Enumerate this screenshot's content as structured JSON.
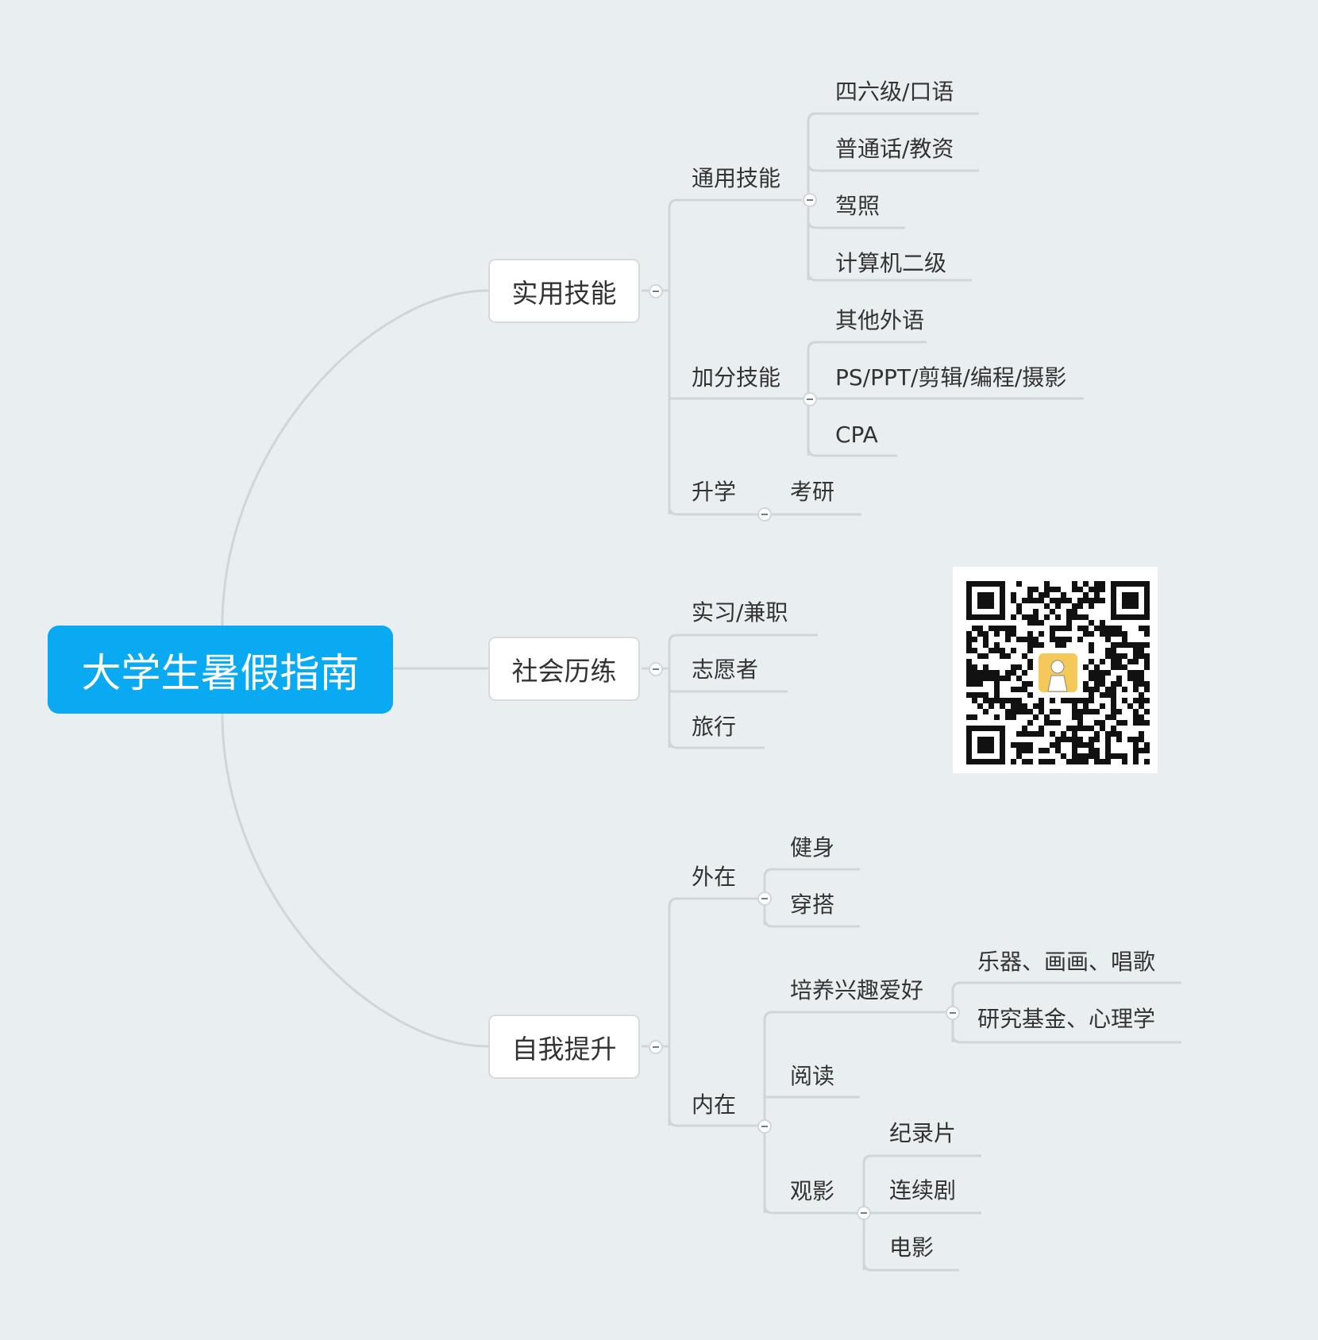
{
  "root": "大学生暑假指南",
  "branches": {
    "skills": {
      "label": "实用技能",
      "general": {
        "label": "通用技能",
        "items": [
          "四六级/口语",
          "普通话/教资",
          "驾照",
          "计算机二级"
        ]
      },
      "bonus": {
        "label": "加分技能",
        "items": [
          "其他外语",
          "PS/PPT/剪辑/编程/摄影",
          "CPA"
        ]
      },
      "further": {
        "label": "升学",
        "items": [
          "考研"
        ]
      }
    },
    "social": {
      "label": "社会历练",
      "items": [
        "实习/兼职",
        "志愿者",
        "旅行"
      ]
    },
    "self": {
      "label": "自我提升",
      "outer": {
        "label": "外在",
        "items": [
          "健身",
          "穿搭"
        ]
      },
      "inner": {
        "label": "内在",
        "hobby": {
          "label": "培养兴趣爱好",
          "items": [
            "乐器、画画、唱歌",
            "研究基金、心理学"
          ]
        },
        "reading": {
          "label": "阅读"
        },
        "watching": {
          "label": "观影",
          "items": [
            "纪录片",
            "连续剧",
            "电影"
          ]
        }
      }
    }
  },
  "colors": {
    "root_fill": "#09aaf2",
    "background": "#e9eef1",
    "line": "#d0d5d9"
  },
  "icons": {
    "collapse": "collapse-minus-icon",
    "qr": "qr-code-icon"
  }
}
